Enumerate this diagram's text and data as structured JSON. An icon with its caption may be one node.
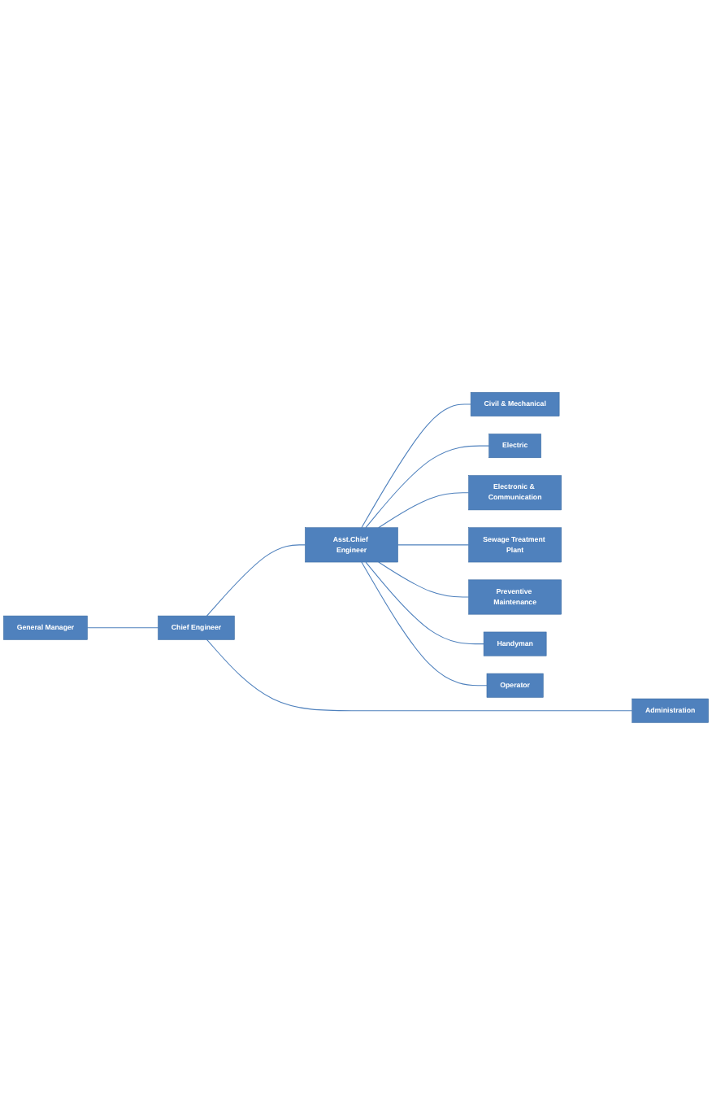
{
  "diagram": {
    "nodes": [
      {
        "text": [
          "General Manager"
        ]
      },
      {
        "text": [
          "Chief Engineer"
        ]
      },
      {
        "text": [
          "Administration"
        ]
      },
      {
        "text": [
          "Asst.Chief Engineer"
        ]
      },
      {
        "text": [
          "Civil & Mechanical"
        ]
      },
      {
        "text": [
          "Electric"
        ]
      },
      {
        "text": [
          "Electronic & Communication"
        ]
      },
      {
        "text": [
          "Sewage Treatment Plant"
        ]
      },
      {
        "text": [
          "Preventive Maintenance"
        ]
      },
      {
        "text": [
          "Handyman"
        ]
      },
      {
        "text": [
          "Operator"
        ]
      }
    ],
    "edges": [
      {
        "from": 0,
        "to": 1,
        "arrow": "none"
      },
      {
        "from": 1,
        "to": 2,
        "arrow": "none"
      },
      {
        "from": 1,
        "to": 3,
        "arrow": "none"
      },
      {
        "from": 3,
        "to": 4,
        "arrow": "none"
      },
      {
        "from": 3,
        "to": 5,
        "arrow": "none"
      },
      {
        "from": 3,
        "to": 6,
        "arrow": "none"
      },
      {
        "from": 3,
        "to": 7,
        "arrow": "none"
      },
      {
        "from": 3,
        "to": 8,
        "arrow": "none"
      },
      {
        "from": 3,
        "to": 9,
        "arrow": "none"
      },
      {
        "from": 3,
        "to": 10,
        "arrow": "none"
      }
    ]
  }
}
